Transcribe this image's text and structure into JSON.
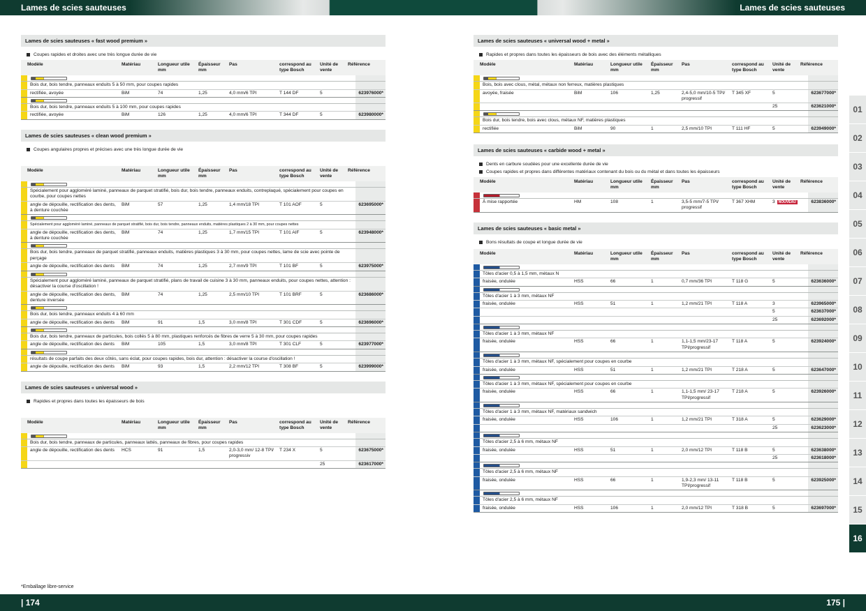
{
  "header": {
    "left": "Lames de scies sauteuses",
    "right": "Lames de scies sauteuses"
  },
  "footer": {
    "page_left": "| 174",
    "page_right": "175 |",
    "footnote": "*Emballage libre-service"
  },
  "columns": {
    "model": "Modèle",
    "material": "Matériau",
    "length": "Longueur utile mm",
    "thick": "Épaisseur mm",
    "pitch": "Pas",
    "bosch": "correspond au type Bosch",
    "unit": "Unité de vente",
    "ref": "Référence"
  },
  "tabs": [
    "01",
    "02",
    "03",
    "04",
    "05",
    "06",
    "07",
    "08",
    "09",
    "10",
    "11",
    "12",
    "13",
    "14",
    "15",
    "16"
  ],
  "left": [
    {
      "title": "Lames de scies sauteuses « fast wood premium »",
      "color": "yel",
      "bullets": [
        "Coupes rapides et droites avec une très longue durée de vie"
      ],
      "products": [
        {
          "desc": "Bois dur, bois tendre, panneaux enduits 5 à 50 mm, pour coupes rapides",
          "rows": [
            [
              "rectifiée, avoyée",
              "BiM",
              "74",
              "1,25",
              "4,0 mm/6 TPI",
              "T 144 DF",
              "5",
              "623976000*"
            ]
          ]
        },
        {
          "desc": "Bois dur, bois tendre, panneaux enduits 5 à 100 mm, pour coupes rapides",
          "rows": [
            [
              "rectifiée, avoyée",
              "BiM",
              "126",
              "1,25",
              "4,0 mm/6 TPI",
              "T 344 DF",
              "5",
              "623980000*"
            ]
          ]
        }
      ]
    },
    {
      "title": "Lames de scies sauteuses « clean wood premium »",
      "color": "yel",
      "bullets": [
        "Coupes angulaires propres et précises avec une très longue durée de vie"
      ],
      "products": [
        {
          "desc": "Spécialement pour aggloméré laminé, panneaux de parquet stratifié, bois dur, bois tendre, panneaux enduits, contreplaqué, spécialement pour coupes en courbe, pour coupes nettes",
          "rows": [
            [
              "angle de dépouille, rectification des dents, à denture couchée",
              "BiM",
              "57",
              "1,25",
              "1,4 mm/18 TPI",
              "T 101 AOF",
              "5",
              "623695000*"
            ]
          ]
        },
        {
          "desc": "Spécialement pour aggloméré laminé, panneaux de parquet stratifié, bois dur, bois tendre, panneaux enduits, matières plastiques 2 à 30 mm, pour coupes nettes",
          "small": true,
          "rows": [
            [
              "angle de dépouille, rectification des dents, à denture couchée",
              "BiM",
              "74",
              "1,25",
              "1,7 mm/15 TPI",
              "T 101 AIF",
              "5",
              "623948000*"
            ]
          ]
        },
        {
          "desc": "Bois dur, bois tendre, panneaux de parquet stratifié, panneaux enduits, matières plastiques 3 à 30 mm, pour coupes nettes, lame de scie avec pointe de perçage",
          "rows": [
            [
              "angle de dépouille, rectification des dents",
              "BiM",
              "74",
              "1,25",
              "2,7 mm/9 TPI",
              "T 101 BF",
              "5",
              "623975000*"
            ]
          ]
        },
        {
          "desc": "Spécialement pour aggloméré laminé, panneaux de parquet stratifié, plans de travail de cuisine 3 à 30 mm, panneaux enduits, pour coupes nettes, attention : désactiver la course d'oscillation !",
          "rows": [
            [
              "angle de dépouille, rectification des dents, denture inversée",
              "BiM",
              "74",
              "1,25",
              "2,5 mm/10 TPI",
              "T 101 BRF",
              "5",
              "623686000*"
            ]
          ]
        },
        {
          "desc": "Bois dur, bois tendre, panneaux enduits 4 à 60 mm",
          "rows": [
            [
              "angle de dépouille, rectification des dents",
              "BiM",
              "91",
              "1,5",
              "3,0 mm/8 TPI",
              "T 301 CDF",
              "5",
              "623696000*"
            ]
          ]
        },
        {
          "desc": "Bois dur, bois tendre, panneaux de particules, bois collés 5 à 80 mm, plastiques renforcés de fibres de verre 5 à 30 mm, pour coupes rapides",
          "rows": [
            [
              "angle de dépouille, rectification des dents",
              "BiM",
              "105",
              "1,5",
              "3,0 mm/8 TPI",
              "T 301 CLF",
              "5",
              "623977000*"
            ]
          ]
        },
        {
          "desc": "résultats de coupe parfaits des deux côtés, sans éclat, pour coupes rapides, bois dur, attention : désactiver la course d'oscillation !",
          "rows": [
            [
              "angle de dépouille, rectification des dents",
              "BiM",
              "93",
              "1,5",
              "2,2 mm/12 TPI",
              "T 308 BF",
              "5",
              "623999000*"
            ]
          ]
        }
      ]
    },
    {
      "title": "Lames de scies sauteuses « universal wood »",
      "color": "yel",
      "bullets": [
        "Rapides et propres dans toutes les épaisseurs de bois"
      ],
      "products": [
        {
          "desc": "Bois dur, bois tendre, panneaux de particules, panneaux lattés, panneaux de fibres, pour coupes rapides",
          "rows": [
            [
              "angle de dépouille, rectification des dents",
              "HCS",
              "91",
              "1,5",
              "2,0-3,0 mm/ 12-8 TPI/ progressiv",
              "T 234 X",
              "5",
              "623675000*"
            ],
            [
              "",
              "",
              "",
              "",
              "",
              "",
              "25",
              "623617000*"
            ]
          ]
        }
      ]
    }
  ],
  "right": [
    {
      "title": "Lames de scies sauteuses « universal wood + metal »",
      "color": "yel",
      "bullets": [
        "Rapides et propres dans toutes les épaisseurs de bois avec des éléments métalliques"
      ],
      "products": [
        {
          "desc": "Bois, bois avec clous, métal, métaux non ferreux, matières plastiques",
          "rows": [
            [
              "avoyée, fraisée",
              "BiM",
              "106",
              "1,25",
              "2,4-5,0 mm/10-5 TPI/ progressif",
              "T 345 XF",
              "5",
              "623677000*"
            ],
            [
              "",
              "",
              "",
              "",
              "",
              "",
              "25",
              "623621000*"
            ]
          ]
        },
        {
          "desc": "Bois dur, bois tendre, bois avec clous, métaux NF, matières plastiques",
          "rows": [
            [
              "rectifiée",
              "BiM",
              "90",
              "1",
              "2,5 mm/10 TPI",
              "T 111 HF",
              "5",
              "623949000*"
            ]
          ]
        }
      ]
    },
    {
      "title": "Lames de scies sauteuses « carbide wood + metal »",
      "color": "red",
      "bullets": [
        "Dents en carbure soudées pour une excellente durée de vie",
        "Coupes rapides et propres dans différentes matériaux contenant du bois ou du métal et dans toutes les épaisseurs"
      ],
      "products": [
        {
          "desc": "",
          "rows": [
            [
              "À mise rapportée",
              "HM",
              "108",
              "1",
              "3,5-5 mm/7-5 TPI/ progressif",
              "T 367 XHM",
              "3",
              "623836000*"
            ]
          ],
          "badge": "NOUVEAU"
        }
      ]
    },
    {
      "title": "Lames de scies sauteuses « basic metal »",
      "color": "blu",
      "bullets": [
        "Bons résultats de coupe et longue durée de vie"
      ],
      "products": [
        {
          "desc": "Tôles d'acier 0,5 à 1,5 mm, métaux N",
          "rows": [
            [
              "fraisée, ondulée",
              "HSS",
              "66",
              "1",
              "0,7 mm/36 TPI",
              "T 118 G",
              "5",
              "623636000*"
            ]
          ]
        },
        {
          "desc": "Tôles d'acier 1 à 3 mm, métaux NF",
          "rows": [
            [
              "fraisée, ondulée",
              "HSS",
              "51",
              "1",
              "1,2 mm/21 TPI",
              "T 118 A",
              "3",
              "623965000*"
            ],
            [
              "",
              "",
              "",
              "",
              "",
              "",
              "5",
              "623637000*"
            ],
            [
              "",
              "",
              "",
              "",
              "",
              "",
              "25",
              "623692000*"
            ]
          ]
        },
        {
          "desc": "Tôles d'acier 1 à 3 mm, métaux NF",
          "rows": [
            [
              "fraisée, ondulée",
              "HSS",
              "66",
              "1",
              "1,1-1,5 mm/23-17 TPI/progressif",
              "T 118 A",
              "5",
              "623924000*"
            ]
          ]
        },
        {
          "desc": "Tôles d'acier 1 à 3 mm, métaux NF, spécialement pour coupes en courbe",
          "rows": [
            [
              "fraisée, ondulée",
              "HSS",
              "51",
              "1",
              "1,2 mm/21 TPI",
              "T 218 A",
              "5",
              "623647000*"
            ]
          ]
        },
        {
          "desc": "Tôles d'acier 1 à 3 mm, métaux NF, spécialement pour coupes en courbe",
          "rows": [
            [
              "fraisée, ondulée",
              "HSS",
              "66",
              "1",
              "1,1-1,5 mm/ 23-17 TPI/progressif",
              "T 218 A",
              "5",
              "623926000*"
            ]
          ]
        },
        {
          "desc": "Tôles d'acier 1 à 3 mm, métaux NF, matériaux sandwich",
          "rows": [
            [
              "fraisée, ondulée",
              "HSS",
              "106",
              "1",
              "1,2 mm/21 TPI",
              "T 318 A",
              "5",
              "623629000*"
            ],
            [
              "",
              "",
              "",
              "",
              "",
              "",
              "25",
              "623623000*"
            ]
          ]
        },
        {
          "desc": "Tôles d'acier 2,5 à 6 mm, métaux NF",
          "rows": [
            [
              "fraisée, ondulée",
              "HSS",
              "51",
              "1",
              "2,0 mm/12 TPI",
              "T 118 B",
              "5",
              "623638000*"
            ],
            [
              "",
              "",
              "",
              "",
              "",
              "",
              "25",
              "623618000*"
            ]
          ]
        },
        {
          "desc": "Tôles d'acier 2,5 à 6 mm, métaux NF",
          "rows": [
            [
              "fraisée, ondulée",
              "HSS",
              "66",
              "1",
              "1,9-2,3 mm/ 13-11 TPI/progressif",
              "T 118 B",
              "5",
              "623925000*"
            ]
          ]
        },
        {
          "desc": "Tôles d'acier 2,5 à 6 mm, métaux NF",
          "rows": [
            [
              "fraisée, ondulée",
              "HSS",
              "106",
              "1",
              "2,0 mm/12 TPI",
              "T 318 B",
              "5",
              "623697000*"
            ]
          ]
        }
      ]
    }
  ]
}
